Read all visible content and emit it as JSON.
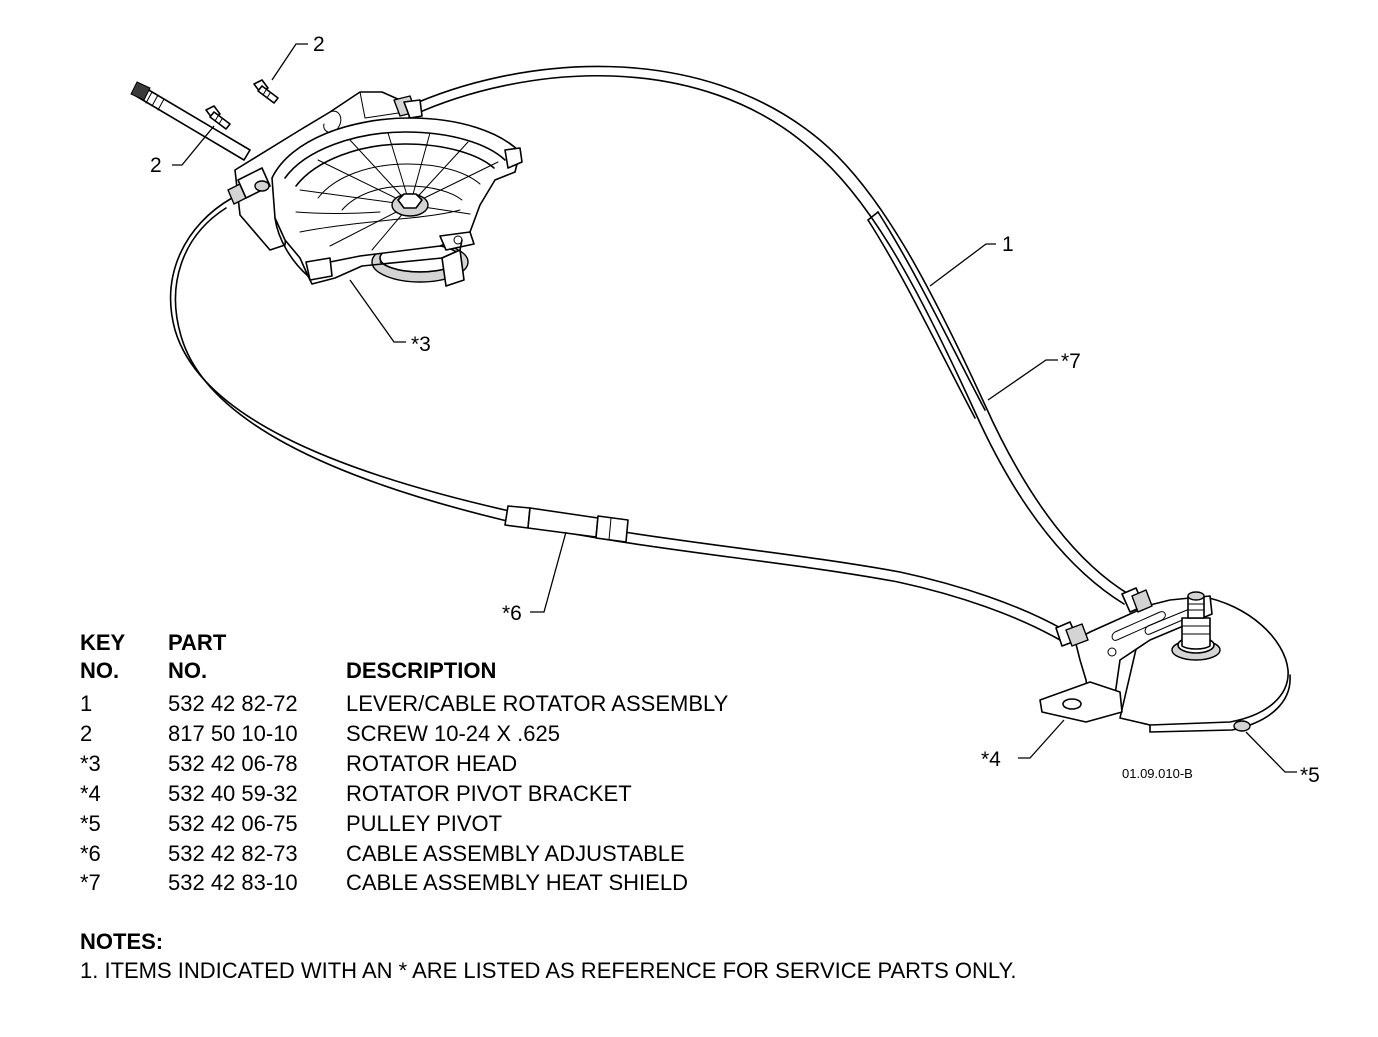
{
  "callouts": {
    "screw_top": "2",
    "screw_left": "2",
    "rotator_head": "*3",
    "cable_rotator": "1",
    "heat_shield": "*7",
    "cable_adjustable": "*6",
    "pivot_bracket": "*4",
    "pulley_pivot": "*5"
  },
  "drawing_number": "01.09.010-B",
  "table": {
    "headers": {
      "key_line1": "KEY",
      "key_line2": "NO.",
      "part_line1": "PART",
      "part_line2": "NO.",
      "description": "DESCRIPTION"
    },
    "rows": [
      {
        "key": "1",
        "part": "532 42 82-72",
        "description": "LEVER/CABLE ROTATOR ASSEMBLY"
      },
      {
        "key": "2",
        "part": "817 50 10-10",
        "description": "SCREW 10-24 X .625"
      },
      {
        "key": "*3",
        "part": "532 42 06-78",
        "description": "ROTATOR HEAD"
      },
      {
        "key": "*4",
        "part": "532 40 59-32",
        "description": "ROTATOR PIVOT BRACKET"
      },
      {
        "key": "*5",
        "part": "532 42 06-75",
        "description": "PULLEY PIVOT"
      },
      {
        "key": "*6",
        "part": "532 42 82-73",
        "description": "CABLE ASSEMBLY ADJUSTABLE"
      },
      {
        "key": "*7",
        "part": "532 42 83-10",
        "description": "CABLE ASSEMBLY HEAT SHIELD"
      }
    ]
  },
  "notes": {
    "title": "NOTES:",
    "items": [
      "1. ITEMS INDICATED WITH AN * ARE LISTED AS REFERENCE FOR SERVICE PARTS ONLY."
    ]
  }
}
